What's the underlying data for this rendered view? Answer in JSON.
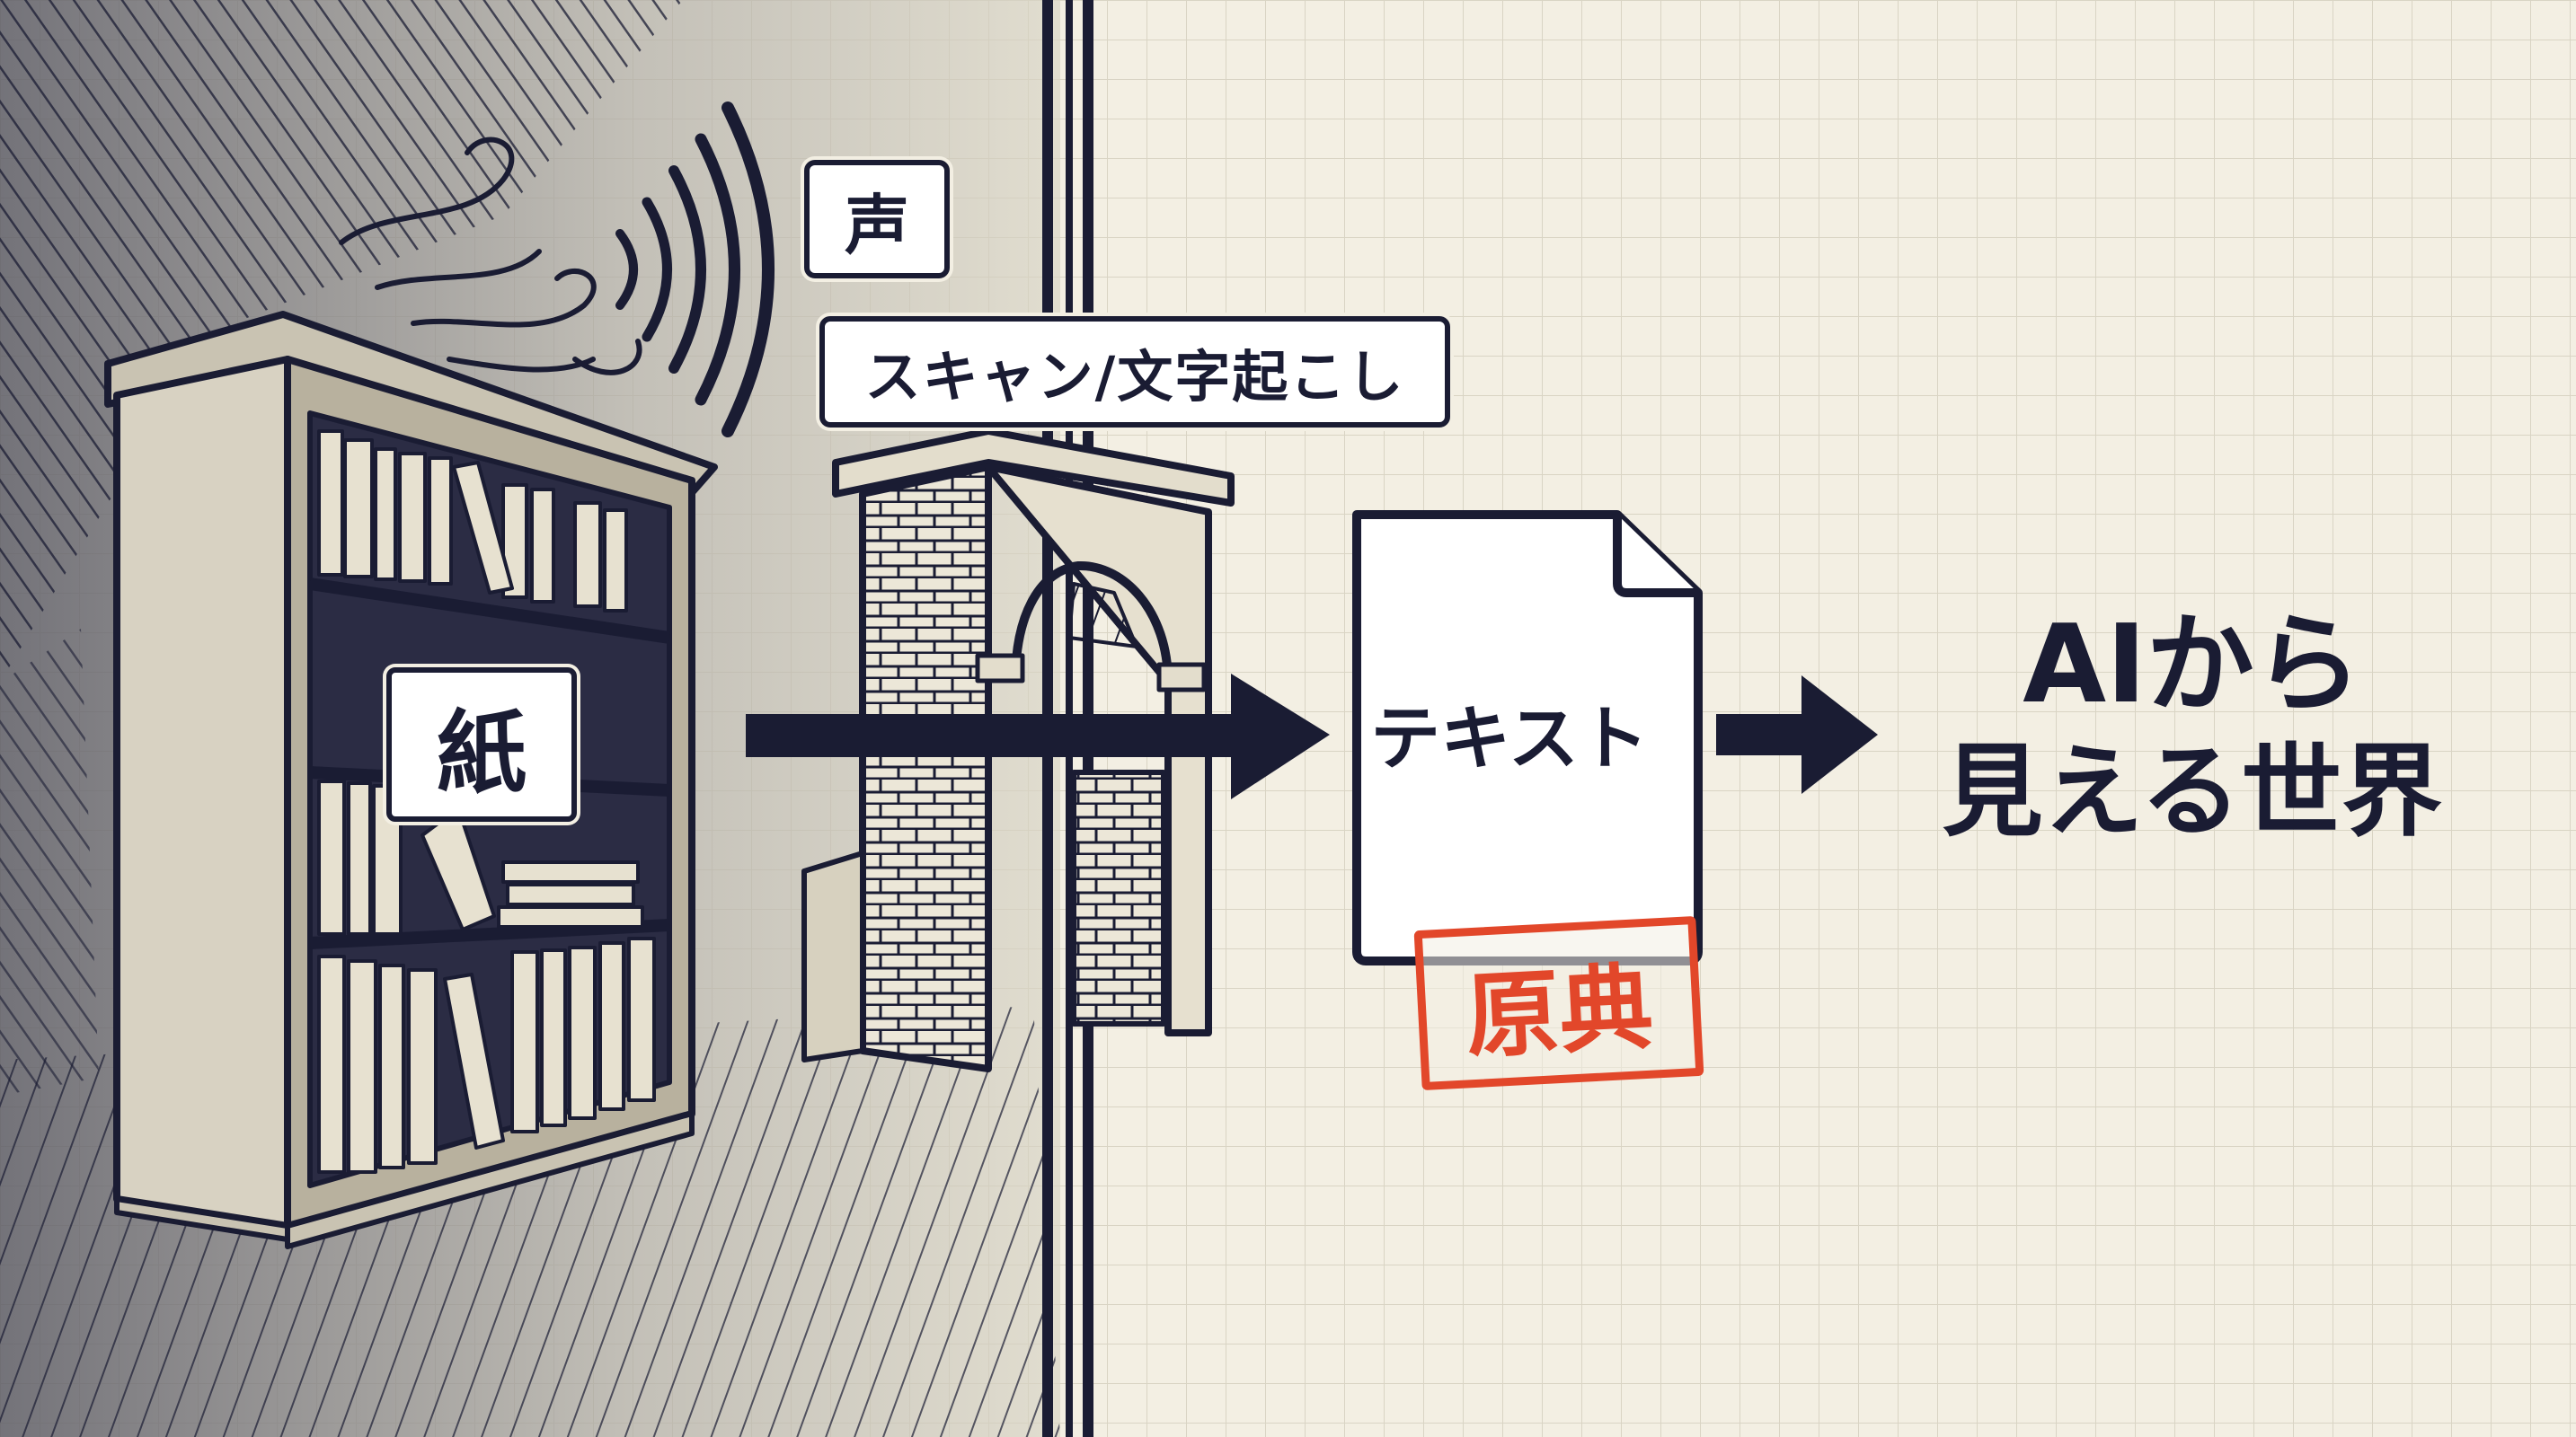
{
  "labels": {
    "voice": "声",
    "scan": "スキャン/文字起こし",
    "paper": "紙",
    "text_doc": "テキスト",
    "stamp": "原典",
    "world_line1": "AIから",
    "world_line2": "見える世界"
  },
  "colors": {
    "ink": "#1a1c33",
    "paper_bg": "#f3efe3",
    "grid": "#d9d4c4",
    "stamp": "#e2472a"
  },
  "icons": [
    "bookshelf-icon",
    "sound-wave-icon",
    "arch-gate-icon",
    "document-icon",
    "arrow-right-icon"
  ]
}
